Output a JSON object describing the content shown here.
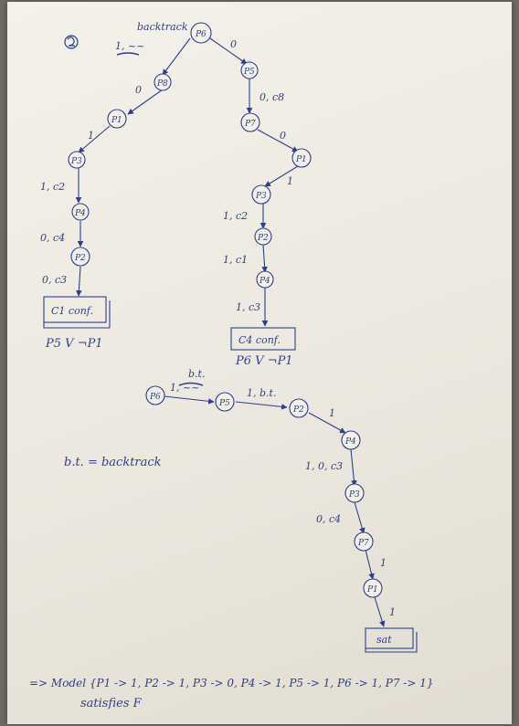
{
  "colors": {
    "ink": "#2b3f8c",
    "paper": "#f1eee6"
  },
  "page_marker": "2",
  "tree1": {
    "root_label": "backtrack",
    "root_edge_label": "1, ~~",
    "nodes": [
      "P6",
      "P8",
      "P1",
      "P3",
      "P4",
      "P2"
    ],
    "edges": [
      "0",
      "1",
      "1, c2",
      "0, c4",
      "0, c3"
    ],
    "conflict_box": "C1 conf.",
    "clause": "P5 V ¬P1"
  },
  "tree2": {
    "nodes": [
      "P5",
      "P7",
      "P1",
      "P3",
      "P2",
      "P4"
    ],
    "edges": [
      "0",
      "0, c8",
      "0",
      "1",
      "1, c2",
      "1, c1",
      "1, c3"
    ],
    "conflict_box": "C4 conf.",
    "clause": "P6 V ¬P1"
  },
  "tree3": {
    "root_label": "b.t.",
    "root_edge_label": "1, ~~",
    "edge_p5_p2": "1, b.t.",
    "nodes": [
      "P6",
      "P5",
      "P2",
      "P4",
      "P3",
      "P7",
      "P1"
    ],
    "edges": [
      "1",
      "1, 0, c3",
      "0, c4",
      "1",
      "1"
    ],
    "sat_box": "sat"
  },
  "legend": "b.t. = backtrack",
  "model_line": "=> Model {P1 -> 1, P2 -> 1, P3 -> 0, P4 -> 1, P5 -> 1, P6 -> 1, P7 -> 1}",
  "model_line2": "satisfies F"
}
